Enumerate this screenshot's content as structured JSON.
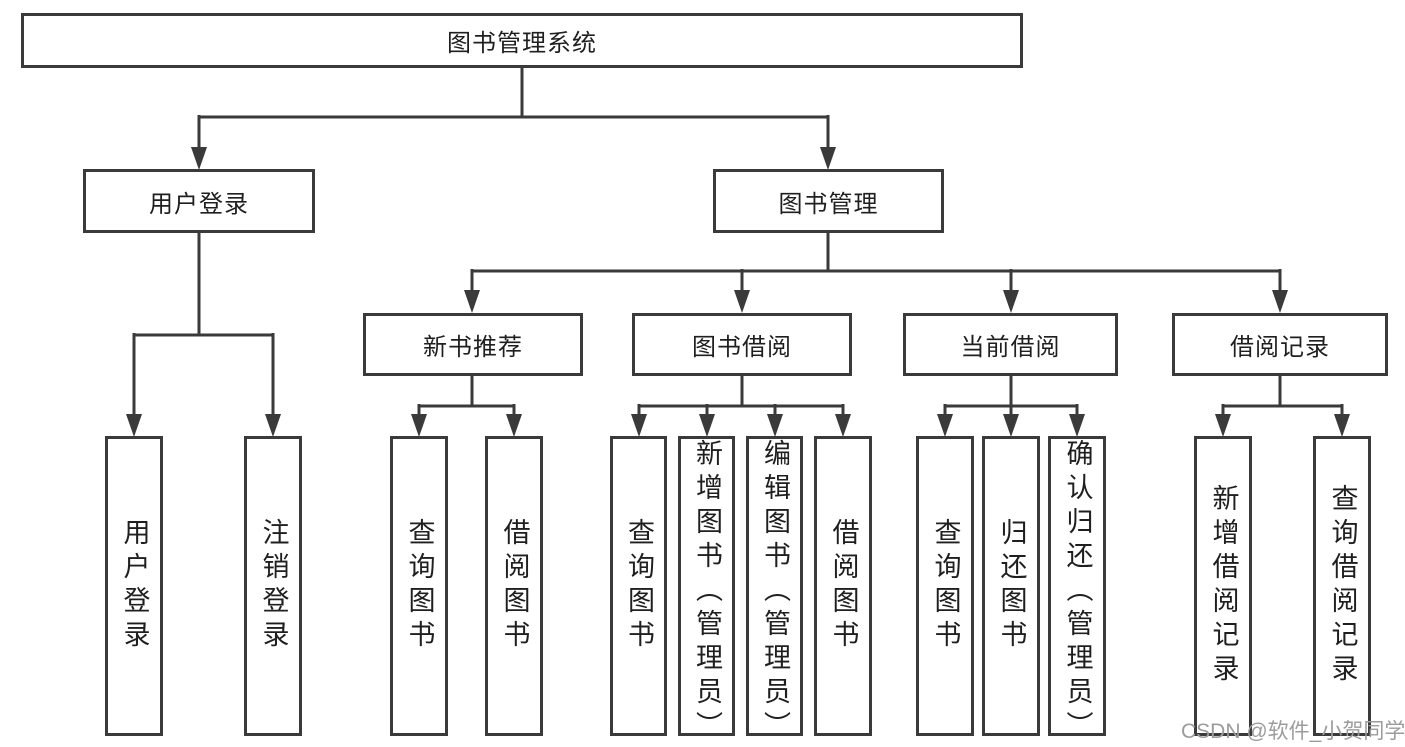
{
  "diagram": {
    "title": "图书管理系统",
    "nodes": {
      "root": "图书管理系统",
      "user_login": "用户登录",
      "book_mgmt": "图书管理",
      "new_book": "新书推荐",
      "book_borrow": "图书借阅",
      "current_borrow": "当前借阅",
      "borrow_record": "借阅记录"
    },
    "leaves": {
      "user_login": [
        "用户登录",
        "注销登录"
      ],
      "new_book": [
        "查询图书",
        "借阅图书"
      ],
      "book_borrow": [
        "查询图书",
        "新增图书（管理员）",
        "编辑图书（管理员）",
        "借阅图书"
      ],
      "current_borrow": [
        "查询图书",
        "归还图书",
        "确认归还（管理员）"
      ],
      "borrow_record": [
        "新增借阅记录",
        "查询借阅记录"
      ]
    }
  },
  "watermark": "CSDN @软件_小贺同学",
  "colors": {
    "line": "#3a3a3a",
    "text": "#1f1f1f",
    "watermark": "#9c9c9c",
    "background": "#ffffff"
  }
}
